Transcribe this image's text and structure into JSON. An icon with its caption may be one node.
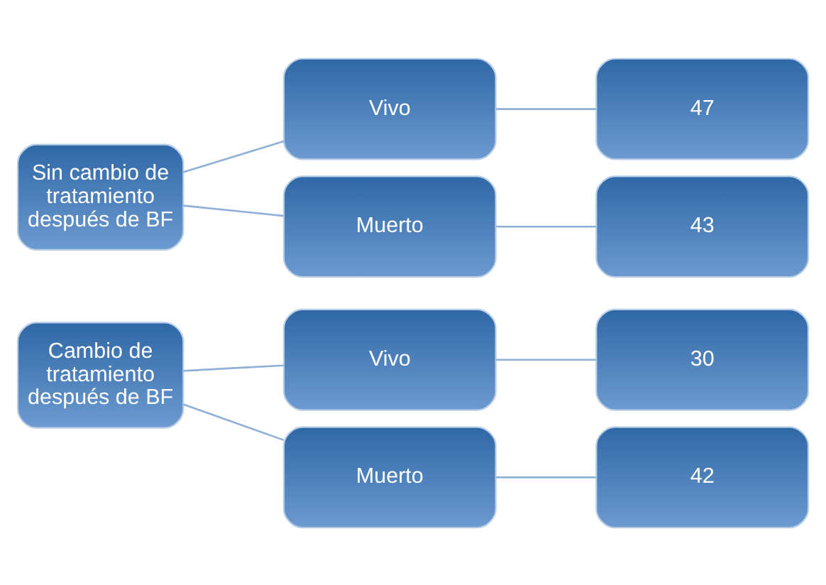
{
  "diagram": {
    "nodes": [
      {
        "text": [
          "Cambio de tratamiento después de BF"
        ]
      },
      {
        "text": [
          "Vivo"
        ]
      },
      {
        "text": [
          "30"
        ]
      },
      {
        "text": [
          "Muerto"
        ]
      },
      {
        "text": [
          "42"
        ]
      },
      {
        "text": [
          "Sin cambio de tratamiento después de BF"
        ]
      },
      {
        "text": [
          "Vivo"
        ]
      },
      {
        "text": [
          "47"
        ]
      },
      {
        "text": [
          "Muerto"
        ]
      },
      {
        "text": [
          "43"
        ]
      }
    ],
    "edges": [
      {
        "from": 0,
        "to": 1,
        "arrow": "none"
      },
      {
        "from": 0,
        "to": 3,
        "arrow": "none"
      },
      {
        "from": 1,
        "to": 2,
        "arrow": "none"
      },
      {
        "from": 3,
        "to": 4,
        "arrow": "none"
      },
      {
        "from": 5,
        "to": 6,
        "arrow": "none"
      },
      {
        "from": 5,
        "to": 8,
        "arrow": "none"
      },
      {
        "from": 6,
        "to": 7,
        "arrow": "none"
      },
      {
        "from": 8,
        "to": 9,
        "arrow": "none"
      }
    ]
  }
}
